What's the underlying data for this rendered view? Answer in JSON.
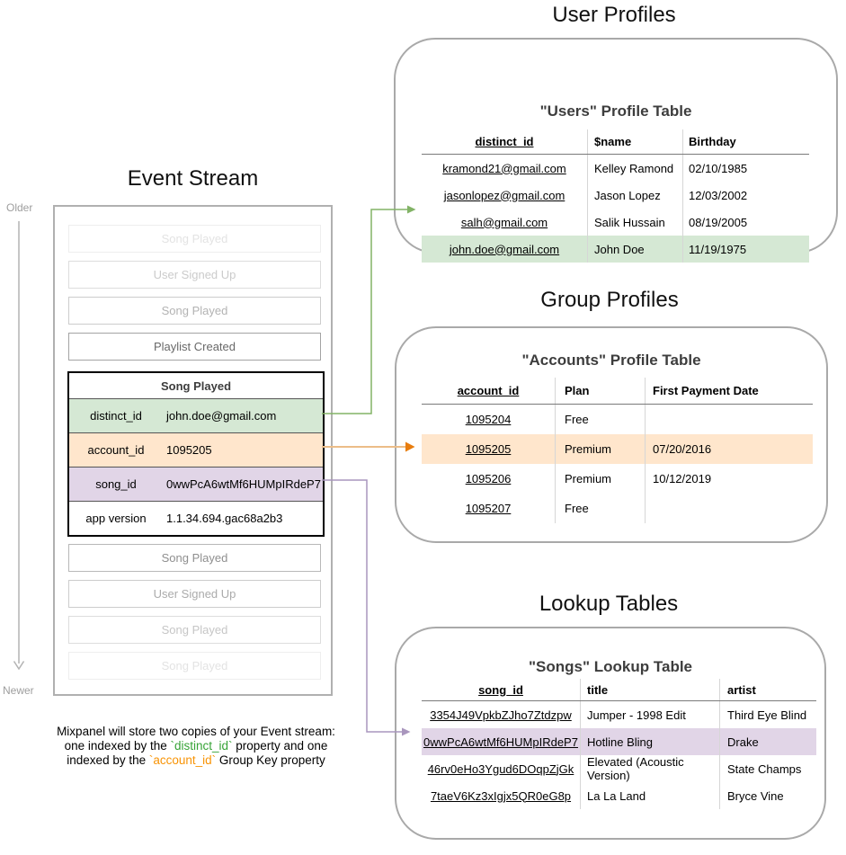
{
  "colors": {
    "green_fill": "#d5e8d4",
    "green_stroke": "#82b366",
    "orange_fill": "#ffe6cc",
    "orange_line": "#ecbd88",
    "orange_arrow": "#e87d0e",
    "purple_fill": "#e1d5e7",
    "purple_stroke": "#a996bd",
    "axis_gray": "#b3b3b3",
    "caption_green": "#36a336",
    "caption_orange": "#f89406"
  },
  "event_stream": {
    "title": "Event Stream",
    "older_label": "Older",
    "newer_label": "Newer",
    "events_before": [
      {
        "label": "Song Played",
        "text": "#e3e3e3",
        "border": "#eeeeee"
      },
      {
        "label": "User Signed Up",
        "text": "#cbcbcb",
        "border": "#dddddd"
      },
      {
        "label": "Song Played",
        "text": "#b3b3b3",
        "border": "#cccccc"
      },
      {
        "label": "Playlist Created",
        "text": "#686868",
        "border": "#a3a3a3"
      }
    ],
    "active_event": {
      "name": "Song Played",
      "properties": [
        {
          "key": "distinct_id",
          "value": "john.doe@gmail.com"
        },
        {
          "key": "account_id",
          "value": "1095205"
        },
        {
          "key": "song_id",
          "value": "0wwPcA6wtMf6HUMpIRdeP7"
        },
        {
          "key": "app version",
          "value": "1.1.34.694.gac68a2b3"
        }
      ]
    },
    "events_after": [
      {
        "label": "Song Played",
        "text": "#8f8f8f",
        "border": "#b8b8b8"
      },
      {
        "label": "User Signed Up",
        "text": "#ababab",
        "border": "#cccccc"
      },
      {
        "label": "Song Played",
        "text": "#c6c6c6",
        "border": "#dddddd"
      },
      {
        "label": "Song Played",
        "text": "#e3e3e3",
        "border": "#eeeeee"
      }
    ]
  },
  "user_profiles": {
    "section_title": "User Profiles",
    "table_title": "\"Users\" Profile Table",
    "columns": [
      "distinct_id",
      "$name",
      "Birthday"
    ],
    "rows": [
      {
        "distinct_id": "kramond21@gmail.com",
        "name": "Kelley Ramond",
        "birthday": "02/10/1985"
      },
      {
        "distinct_id": "jasonlopez@gmail.com",
        "name": "Jason Lopez",
        "birthday": "12/03/2002"
      },
      {
        "distinct_id": "salh@gmail.com",
        "name": "Salik Hussain",
        "birthday": "08/19/2005"
      },
      {
        "distinct_id": "john.doe@gmail.com",
        "name": "John Doe",
        "birthday": "11/19/1975"
      }
    ]
  },
  "group_profiles": {
    "section_title": "Group Profiles",
    "table_title": "\"Accounts\" Profile Table",
    "columns": [
      "account_id",
      "Plan",
      "First Payment Date"
    ],
    "rows": [
      {
        "account_id": "1095204",
        "plan": "Free",
        "first_payment_date": ""
      },
      {
        "account_id": "1095205",
        "plan": "Premium",
        "first_payment_date": "07/20/2016"
      },
      {
        "account_id": "1095206",
        "plan": "Premium",
        "first_payment_date": "10/12/2019"
      },
      {
        "account_id": "1095207",
        "plan": "Free",
        "first_payment_date": ""
      }
    ]
  },
  "lookup_tables": {
    "section_title": "Lookup Tables",
    "table_title": "\"Songs\" Lookup Table",
    "columns": [
      "song_id",
      "title",
      "artist"
    ],
    "rows": [
      {
        "song_id": "3354J49VpkbZJho7Ztdzpw",
        "title": "Jumper - 1998 Edit",
        "artist": "Third Eye Blind"
      },
      {
        "song_id": "0wwPcA6wtMf6HUMpIRdeP7",
        "title": "Hotline Bling",
        "artist": "Drake"
      },
      {
        "song_id": "46rv0eHo3Ygud6DOqpZjGk",
        "title": "Elevated (Acoustic Version)",
        "artist": "State Champs"
      },
      {
        "song_id": "7taeV6Kz3xIgjx5QR0eG8p",
        "title": "La La Land",
        "artist": "Bryce Vine"
      }
    ]
  },
  "caption": {
    "line1": "Mixpanel will store two copies of your Event stream:",
    "line2_pre": "one indexed by the ",
    "line2_code": "`distinct_id`",
    "line2_post": " property and one",
    "line3_pre": "indexed by the ",
    "line3_code": "`account_id`",
    "line3_post": " Group Key property"
  }
}
